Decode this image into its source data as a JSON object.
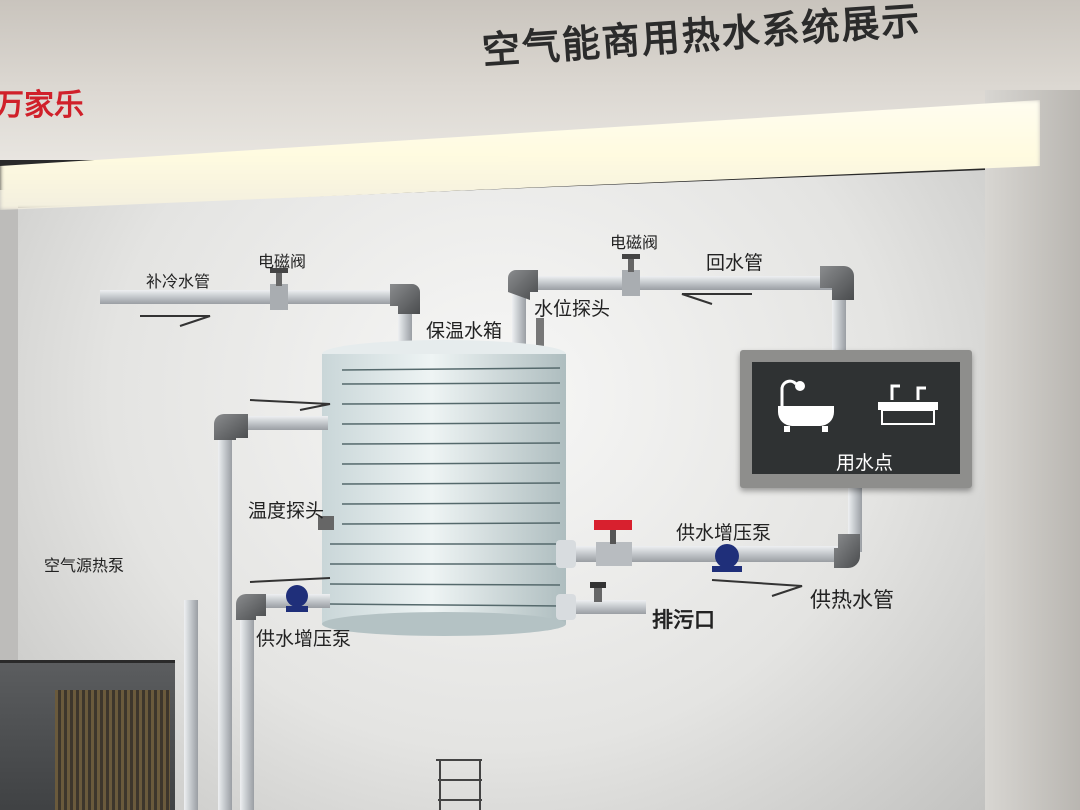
{
  "header": {
    "title": "空气能商用热水系统展示",
    "brand": "万家乐"
  },
  "labels": {
    "cold_supply_pipe": "补冷水管",
    "solenoid_valve_left": "电磁阀",
    "solenoid_valve_right": "电磁阀",
    "return_pipe": "回水管",
    "water_level_probe": "水位探头",
    "insulated_tank": "保温水箱",
    "temperature_probe": "温度探头",
    "air_source_heat_pump": "空气源热泵",
    "booster_pump_left": "供水增压泵",
    "booster_pump_right": "供水增压泵",
    "hot_water_supply_pipe": "供热水管",
    "drain_outlet": "排污口",
    "water_point": "用水点"
  },
  "colors": {
    "valve_red": "#d8202e",
    "pump_blue": "#1f2f7a",
    "pipe": "#c8ccd0",
    "brand_red": "#d0202a"
  }
}
